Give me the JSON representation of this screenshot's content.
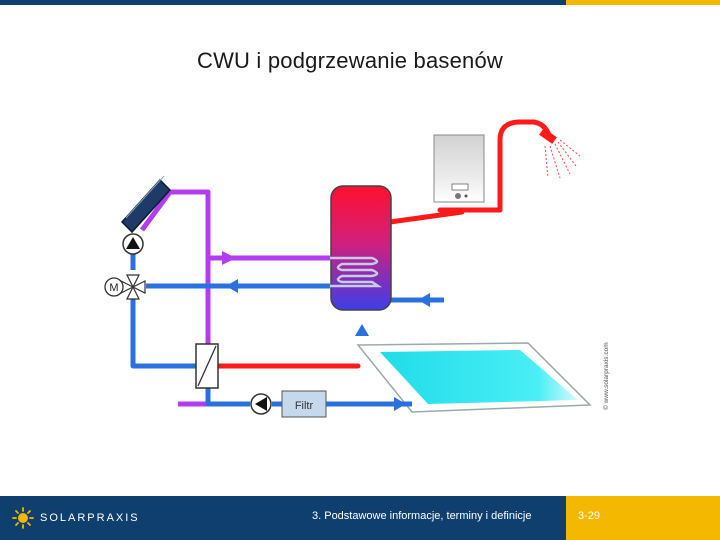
{
  "title": "CWU i podgrzewanie basenów",
  "diagram": {
    "motor_label": "M",
    "filter_label": "Filtr",
    "copyright": "© www.solarpraxis.com"
  },
  "footer": {
    "logo_text": "SOLARPRAXIS",
    "section_text": "3. Podstawowe informacje, terminy i definicje",
    "page_number": "3-29"
  },
  "colors": {
    "hot": "#ff1a1a",
    "warm": "#b33cf0",
    "cold": "#2970e0",
    "pool_water": "#27e3f0",
    "header_blue": "#0f3f6e",
    "accent_yellow": "#f5b800"
  }
}
